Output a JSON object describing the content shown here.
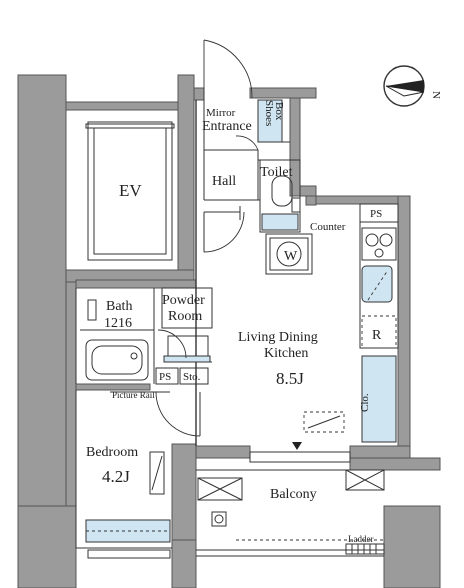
{
  "plan": {
    "rooms": {
      "ev": "EV",
      "mirror": "Mirror",
      "entrance": "Entrance",
      "shoes_box_1": "Shoes",
      "shoes_box_2": "Box",
      "hall": "Hall",
      "toilet": "Toilet",
      "washer": "W",
      "ps_top": "PS",
      "counter": "Counter",
      "bath": "Bath",
      "bath_size": "1216",
      "powder_1": "Powder",
      "powder_2": "Room",
      "ldk_1": "Living Dining",
      "ldk_2": "Kitchen",
      "ldk_area": "8.5J",
      "fridge": "R",
      "ps_bottom": "PS",
      "storage": "Sto.",
      "picture_rail": "Picture Rail",
      "closet": "Clo.",
      "bedroom": "Bedroom",
      "bedroom_area": "4.2J",
      "balcony": "Balcony",
      "ladder": "Ladder"
    },
    "compass": {
      "direction": "N"
    },
    "colors": {
      "wall": "#9b9b9b",
      "fixture": "#cfe6f2",
      "line": "#333333"
    }
  }
}
